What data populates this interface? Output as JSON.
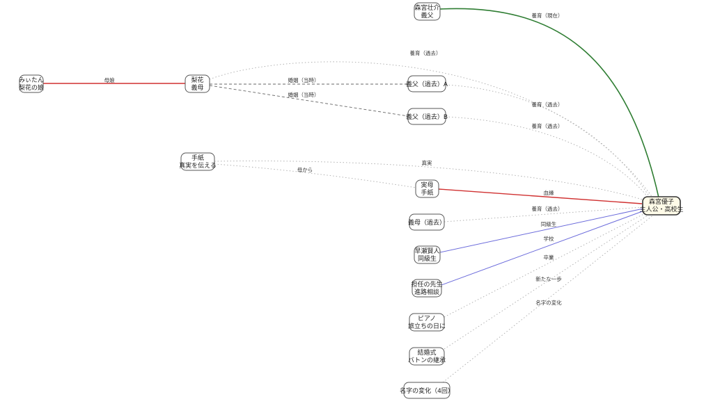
{
  "nodes": {
    "miitan": {
      "line1": "みぃたん",
      "line2": "梨花の娘"
    },
    "rika": {
      "line1": "梨花",
      "line2": "義母"
    },
    "sousuke": {
      "line1": "森宮壮介",
      "line2": "義父"
    },
    "fatherA": {
      "line1": "義父（過去）A"
    },
    "fatherB": {
      "line1": "義父（過去）B"
    },
    "letter": {
      "line1": "手紙",
      "line2": "真実を伝える"
    },
    "birthmom": {
      "line1": "実母",
      "line2": "手紙"
    },
    "yuko": {
      "line1": "森宮優子",
      "line2": "主人公・高校生"
    },
    "stepmom": {
      "line1": "義母（過去）"
    },
    "hayase": {
      "line1": "早瀬賢人",
      "line2": "同級生"
    },
    "teacher": {
      "line1": "担任の先生",
      "line2": "進路相談"
    },
    "piano": {
      "line1": "ピアノ",
      "line2": "旅立ちの日に"
    },
    "wedding": {
      "line1": "結婚式",
      "line2": "バトンの継承"
    },
    "namechange": {
      "line1": "名字の変化（4回）"
    }
  },
  "edges": {
    "miitan_rika": "母娘",
    "rika_fatherA": "婚姻（当時）",
    "rika_fatherB": "婚姻（当時）",
    "rika_yuko": "養育（過去）",
    "sousuke_yuko": "養育（現在）",
    "fatherA_yuko": "養育（過去）",
    "fatherB_yuko": "養育（過去）",
    "letter_yuko": "真実",
    "letter_birthmom": "母から",
    "birthmom_yuko": "血縁",
    "stepmom_yuko": "養育（過去）",
    "hayase_yuko": "同級生",
    "teacher_yuko": "学校",
    "piano_yuko": "卒業",
    "wedding_yuko": "新たな一歩",
    "namechange_yuko": "名字の変化"
  },
  "colors": {
    "blood": "#d03030",
    "current_care": "#2e7d32",
    "classmate": "#6a6adb",
    "dotted": "#aaaaaa",
    "marriage": "#666666"
  }
}
